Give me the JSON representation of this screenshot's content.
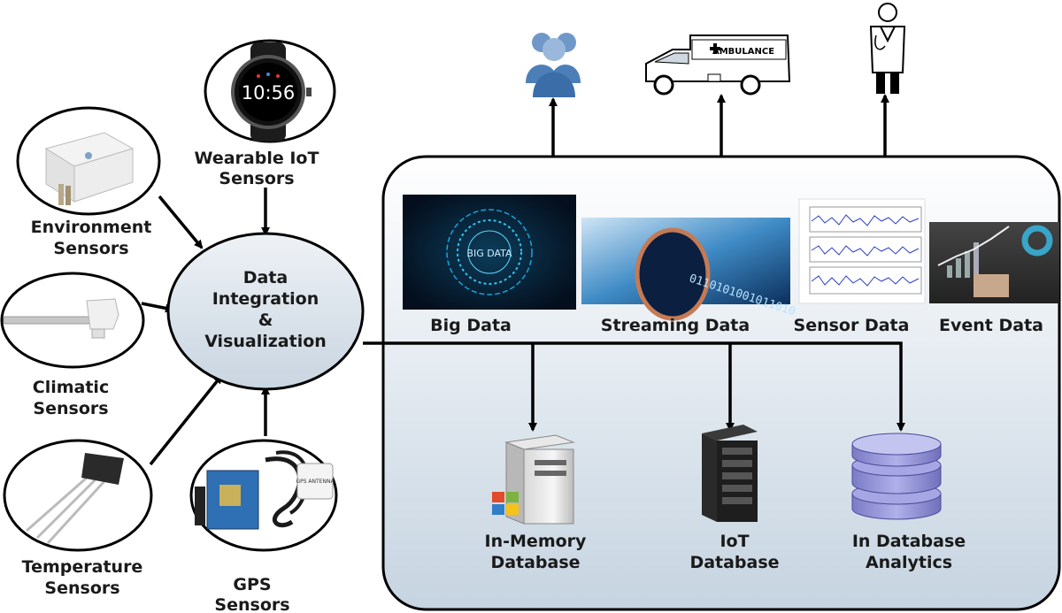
{
  "central": {
    "line1": "Data",
    "line2": "Integration",
    "line3": "&",
    "line4": "Visualization"
  },
  "watch_time": "10:56",
  "sensors": {
    "wearable": {
      "line1": "Wearable IoT",
      "line2": "Sensors"
    },
    "environment": {
      "line1": "Environment",
      "line2": "Sensors"
    },
    "climatic": {
      "line1": "Climatic",
      "line2": "Sensors"
    },
    "temperature": {
      "line1": "Temperature",
      "line2": "Sensors"
    },
    "gps": {
      "line1": "GPS",
      "line2": "Sensors",
      "antenna_text": "GPS ANTENNA"
    }
  },
  "data_types": {
    "big": {
      "label": "Big Data",
      "image_text": "BIG DATA"
    },
    "streaming": {
      "label": "Streaming Data",
      "image_text": "0110101001011010"
    },
    "sensor": {
      "label": "Sensor Data"
    },
    "event": {
      "label": "Event Data"
    }
  },
  "databases": {
    "in_memory": {
      "line1": "In-Memory",
      "line2": "Database"
    },
    "iot": {
      "line1": "IoT",
      "line2": "Database"
    },
    "analytics": {
      "line1": "In Database",
      "line2": "Analytics"
    }
  },
  "outputs": {
    "ambulance_text": "AMBULANCE"
  },
  "colors": {
    "panel_top": "#ffffff",
    "panel_bottom": "#c9d6e2",
    "ellipse": "#dde6ee",
    "people_blue": "#3b6ea8",
    "db_lavender": "#8f8fd4"
  }
}
